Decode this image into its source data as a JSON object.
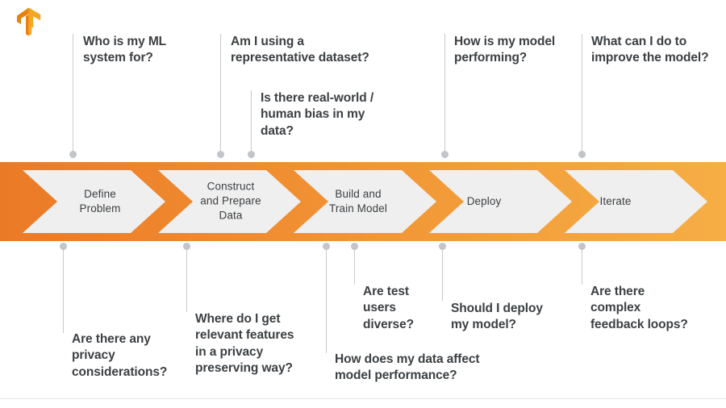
{
  "brand": {
    "logo_icon": "tensorflow-logo-icon",
    "logo_color_light": "#F5A623",
    "logo_color_dark": "#E8820C"
  },
  "theme": {
    "banner_gradient_start": "#EE7D2A",
    "banner_gradient_end": "#F5AA42",
    "chevron_fill": "#EFEFEF",
    "text_color": "#3C4043",
    "connector_color": "#C8CACC"
  },
  "pipeline": {
    "name": "ml-lifecycle-pipeline",
    "stages": [
      {
        "id": "define-problem",
        "label": "Define\nProblem"
      },
      {
        "id": "construct-prepare-data",
        "label": "Construct\nand Prepare\nData"
      },
      {
        "id": "build-train-model",
        "label": "Build and\nTrain Model"
      },
      {
        "id": "deploy",
        "label": "Deploy"
      },
      {
        "id": "iterate",
        "label": "Iterate"
      }
    ]
  },
  "callouts_above": [
    {
      "id": "who-is-my-ml-system-for",
      "text": "Who is my ML\nsystem for?"
    },
    {
      "id": "representative-dataset",
      "text": "Am I using a\nrepresentative dataset?"
    },
    {
      "id": "real-world-human-bias",
      "text": "Is there real-world /\nhuman bias in my\ndata?"
    },
    {
      "id": "how-is-my-model-performing",
      "text": "How is my model\nperforming?"
    },
    {
      "id": "improve-the-model",
      "text": "What can I do to\nimprove the model?"
    }
  ],
  "callouts_below": [
    {
      "id": "privacy-considerations",
      "text": "Are there any\nprivacy\nconsiderations?"
    },
    {
      "id": "relevant-features-privacy",
      "text": "Where do I get\nrelevant features\nin a privacy\npreserving way?"
    },
    {
      "id": "data-affect-performance",
      "text": "How does my data affect\nmodel performance?"
    },
    {
      "id": "are-test-users-diverse",
      "text": "Are test\nusers\ndiverse?"
    },
    {
      "id": "should-i-deploy-my-model",
      "text": "Should I deploy\nmy model?"
    },
    {
      "id": "complex-feedback-loops",
      "text": "Are there\ncomplex\nfeedback loops?"
    }
  ]
}
